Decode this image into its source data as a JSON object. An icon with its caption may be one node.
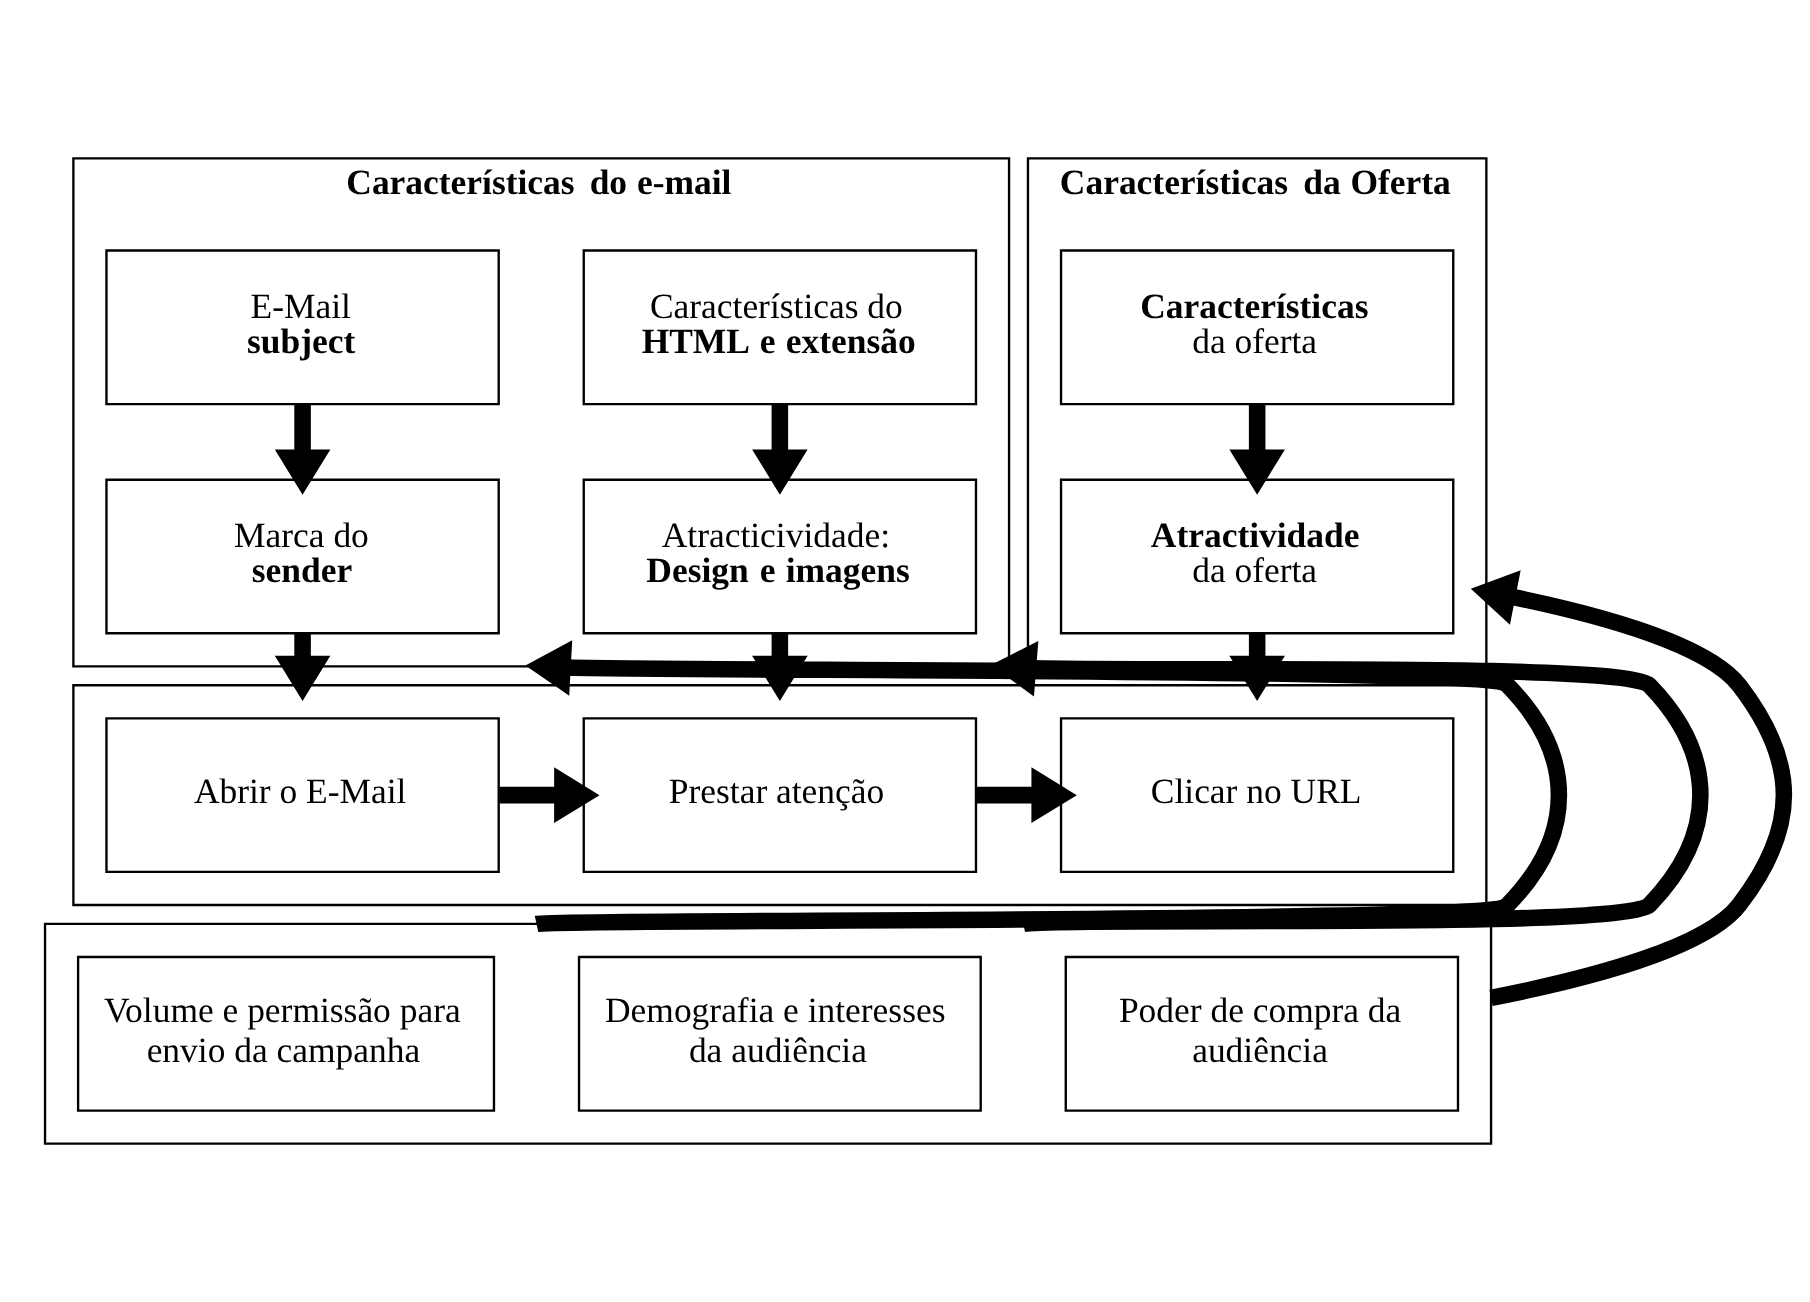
{
  "diagram": {
    "nodes": [
      {
        "text": [
          "Características do e-mail"
        ]
      },
      {
        "text": [
          "E-Mail",
          "**subject**"
        ],
        "in": 0
      },
      {
        "text": [
          "Características do",
          "**HTML e extensão**"
        ],
        "in": 0
      },
      {
        "text": [
          "Marca do",
          "**sender**"
        ],
        "in": 0
      },
      {
        "text": [
          "Atracticividade:",
          "**Design e imagens**"
        ],
        "in": 0
      },
      {
        "text": [
          "Características da Oferta"
        ]
      },
      {
        "text": [
          "**Características**",
          "da oferta"
        ],
        "in": 5
      },
      {
        "text": [
          "**Atractividade**",
          "da oferta"
        ],
        "in": 5
      },
      {
        "text": [],
        "shape": "box"
      },
      {
        "text": [
          "Abrir o E-Mail"
        ],
        "in": 8
      },
      {
        "text": [
          "Prestar atenção"
        ],
        "in": 8
      },
      {
        "text": [
          "Clicar no URL"
        ],
        "in": 8
      },
      {
        "text": [],
        "shape": "box"
      },
      {
        "text": [
          "Volume e permissão para envio da campanha"
        ],
        "in": 12
      },
      {
        "text": [
          "Demografia e interesses da audiência"
        ],
        "in": 12
      },
      {
        "text": [
          "Poder de compra da audiência"
        ],
        "in": 12
      }
    ],
    "edges": [
      {
        "from": 1,
        "to": 3,
        "arrow": "to"
      },
      {
        "from": 2,
        "to": 4,
        "arrow": "to"
      },
      {
        "from": 6,
        "to": 7,
        "arrow": "to"
      },
      {
        "from": 3,
        "to": 8,
        "arrow": "to"
      },
      {
        "from": 4,
        "to": 8,
        "arrow": "to"
      },
      {
        "from": 7,
        "to": 8,
        "arrow": "to"
      },
      {
        "from": 9,
        "to": 10,
        "arrow": "to"
      },
      {
        "from": 10,
        "to": 11,
        "arrow": "to"
      },
      {
        "from": 12,
        "to": 0,
        "arrow": "to"
      },
      {
        "from": 12,
        "to": 0,
        "arrow": "to"
      },
      {
        "from": 12,
        "to": 5,
        "arrow": "to"
      }
    ]
  }
}
